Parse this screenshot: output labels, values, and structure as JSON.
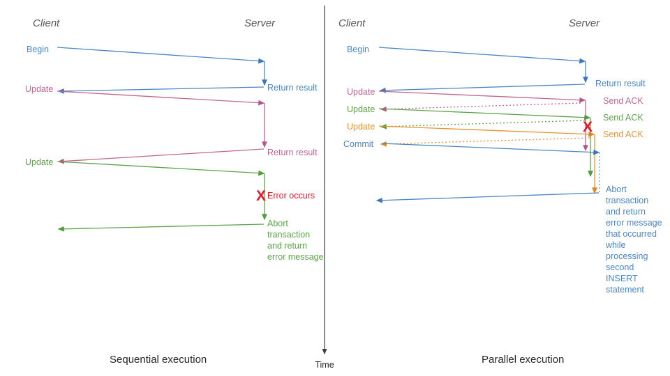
{
  "colors": {
    "blue": "#4a86c8",
    "blue_dark": "#3a78bd",
    "pink": "#c4648f",
    "green": "#5ba447",
    "green_dark": "#4e9d3a",
    "orange": "#e8932c",
    "red": "#e8152a",
    "axis": "#3f3f3f",
    "actor": "#595959",
    "caption": "#262626"
  },
  "time_axis": {
    "label": "Time"
  },
  "panels": [
    {
      "id": "sequential",
      "caption": "Sequential execution",
      "actors": {
        "client": "Client",
        "server": "Server"
      },
      "client_labels": [
        {
          "text": "Begin",
          "color": "#4a86c8"
        },
        {
          "text": "Update",
          "color": "#c4648f"
        },
        {
          "text": "Update",
          "color": "#5ba447"
        }
      ],
      "server_labels": [
        {
          "text": "Return result",
          "color": "#4a86c8"
        },
        {
          "text": "Return result",
          "color": "#c4648f"
        }
      ],
      "error": {
        "marker": "X",
        "text": "Error occurs",
        "color": "#e8152a"
      },
      "abort_note": {
        "color": "#5ba447",
        "lines": [
          "Abort",
          "transaction",
          "and return",
          "error message"
        ]
      }
    },
    {
      "id": "parallel",
      "caption": "Parallel execution",
      "actors": {
        "client": "Client",
        "server": "Server"
      },
      "client_labels": [
        {
          "text": "Begin",
          "color": "#4a86c8"
        },
        {
          "text": "Update",
          "color": "#c4648f"
        },
        {
          "text": "Update",
          "color": "#5ba447"
        },
        {
          "text": "Update",
          "color": "#e8932c"
        },
        {
          "text": "Commit",
          "color": "#4a86c8"
        }
      ],
      "server_labels": [
        {
          "text": "Return result",
          "color": "#4a86c8"
        },
        {
          "text": "Send ACK",
          "color": "#c4648f"
        },
        {
          "text": "Send ACK",
          "color": "#5ba447"
        },
        {
          "text": "Send ACK",
          "color": "#e8932c"
        }
      ],
      "error": {
        "marker": "X",
        "color": "#e8152a"
      },
      "abort_note": {
        "color": "#4a86c8",
        "lines": [
          "Abort",
          "transaction",
          "and return",
          "error message",
          "that occurred",
          "while",
          "processing",
          "second",
          "INSERT",
          "statement"
        ]
      }
    }
  ]
}
